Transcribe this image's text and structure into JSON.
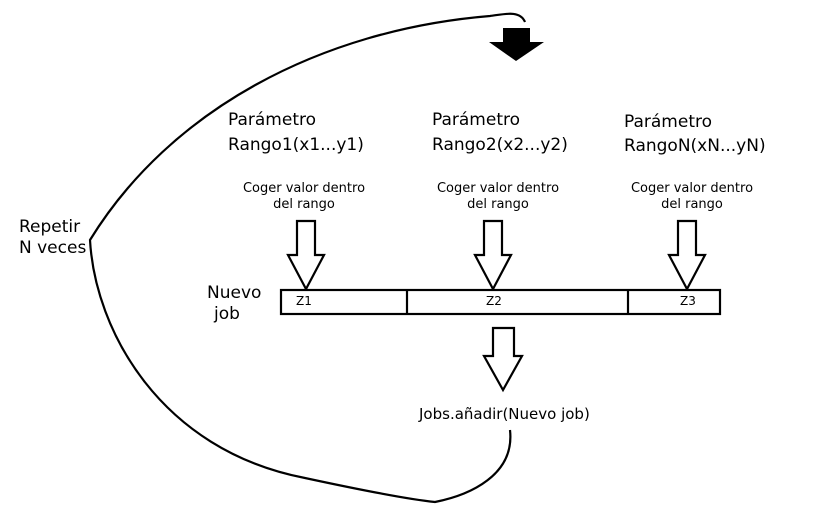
{
  "parameters": [
    {
      "title": "Parámetro",
      "range": "Rango1(x1...y1)",
      "action_line1": "Coger valor dentro",
      "action_line2": "del rango"
    },
    {
      "title": "Parámetro",
      "range": "Rango2(x2...y2)",
      "action_line1": "Coger valor dentro",
      "action_line2": "del rango"
    },
    {
      "title": "Parámetro",
      "range": "RangoN(xN...yN)",
      "action_line1": "Coger valor dentro",
      "action_line2": "del rango"
    }
  ],
  "repeat": {
    "line1": "Repetir",
    "line2": "N veces"
  },
  "job": {
    "line1": "Nuevo",
    "line2": "job"
  },
  "segments": [
    "Z1",
    "Z2",
    "Z3"
  ],
  "result": "Jobs.añadir(Nuevo job)"
}
